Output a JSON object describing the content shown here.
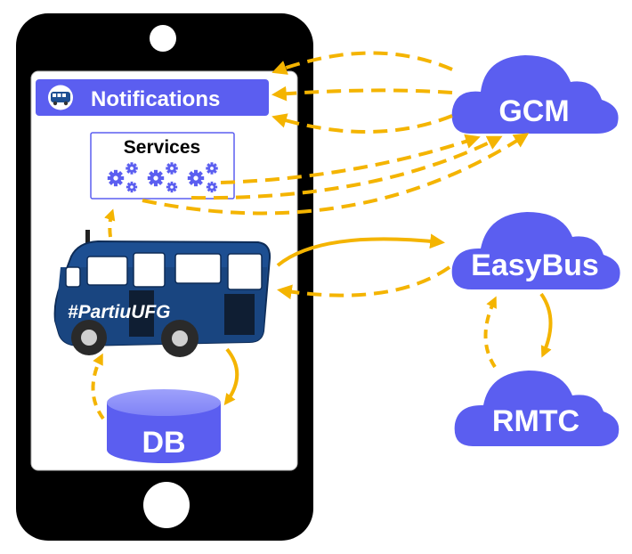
{
  "notifications": {
    "label": "Notifications"
  },
  "services": {
    "label": "Services"
  },
  "bus": {
    "caption": "#PartiuUFG"
  },
  "db": {
    "label": "DB"
  },
  "clouds": {
    "gcm": "GCM",
    "easybus": "EasyBus",
    "rmtc": "RMTC"
  },
  "colors": {
    "accent": "#5b5ef0",
    "arrow": "#f4b400",
    "phone": "#000000",
    "bus_body": "#1d4f92"
  }
}
